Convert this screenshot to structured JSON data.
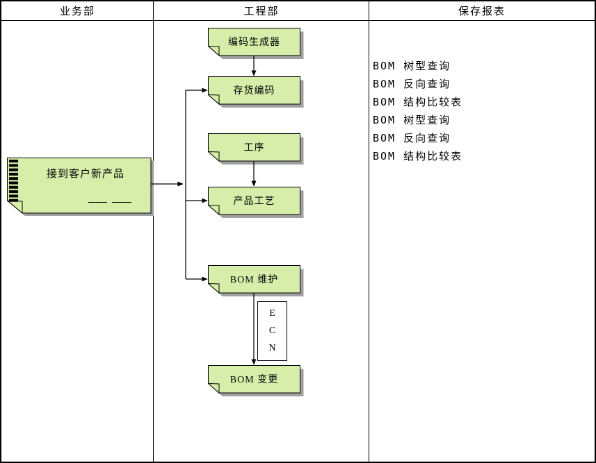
{
  "lanes": [
    {
      "title": "业务部"
    },
    {
      "title": "工程部"
    },
    {
      "title": "保存报表"
    }
  ],
  "note": {
    "label": "接到客户新产品"
  },
  "nodes": [
    {
      "label": "编码生成器"
    },
    {
      "label": "存货编码"
    },
    {
      "label": "工序"
    },
    {
      "label": "产品工艺"
    },
    {
      "label": "BOM 维护"
    },
    {
      "label": "BOM 变更"
    }
  ],
  "ecn": [
    "E",
    "C",
    "N"
  ],
  "reports": [
    "BOM 树型查询",
    "BOM 反向查询",
    "BOM 结构比较表",
    "BOM 树型查询",
    "BOM 反向查询",
    "BOM 结构比较表"
  ],
  "colors": {
    "node_fill": "#d6eeaa",
    "node_border": "#000000",
    "node_shadow": "#a0a0a0",
    "line": "#000000",
    "background": "#ffffff"
  }
}
